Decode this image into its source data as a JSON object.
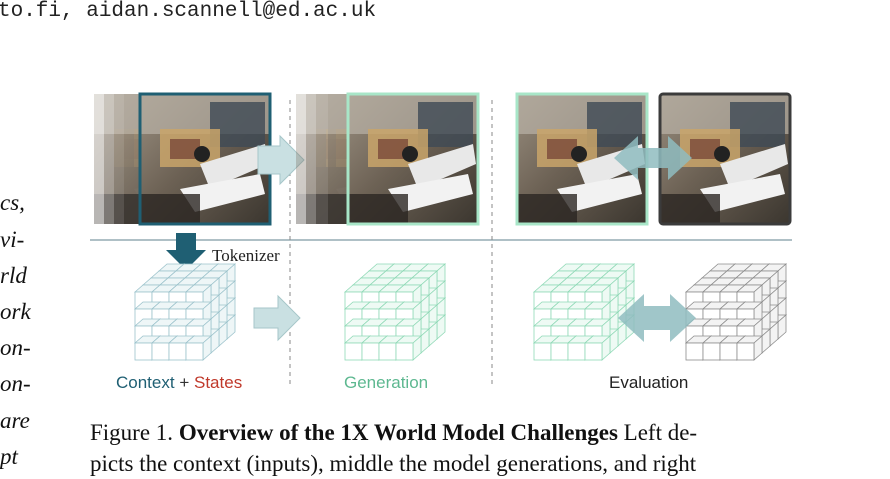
{
  "header": {
    "email_line": "to.fi, aidan.scannell@ed.ac.uk"
  },
  "left_column": {
    "fragments": [
      "cs,",
      "vi-",
      "rld",
      "ork",
      "on-",
      "on-",
      "are",
      "pt"
    ]
  },
  "figure": {
    "tokenizer_label": "Tokenizer",
    "context_label": "Context",
    "plus_label": "+",
    "states_label": "States",
    "generation_label": "Generation",
    "evaluation_label": "Evaluation",
    "colors": {
      "context": "#1f5f73",
      "states": "#c0392b",
      "generation": "#5db890",
      "generation_frame": "#a8e6c8",
      "arrow": "#b8d4d6",
      "eval_frame": "#3b3b3b"
    }
  },
  "caption": {
    "prefix": "Figure 1. ",
    "title": "Overview of the 1X World Model Challenges",
    "line1_rest": " Left de-",
    "line2": "picts the context (inputs), middle the model generations, and right"
  }
}
